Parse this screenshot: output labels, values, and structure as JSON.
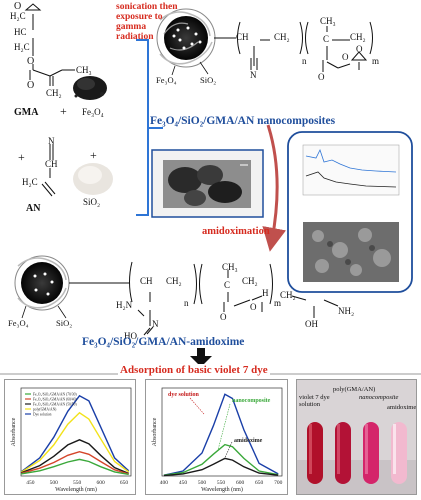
{
  "monomers": {
    "gma_label": "GMA",
    "an_label": "AN",
    "fe3o4_label": "Fe₃O₄",
    "sio2_label": "SiO₂",
    "plus": "+"
  },
  "process": {
    "step1": "sonication then exposure to gamma radiation",
    "product_title": "Fe₃O₄/SiO₂/GMA/AN nanocomposites",
    "step2": "amidoximation",
    "product2_title": "Fe₃O₄/SiO₂/GMA/AN-amidoxime",
    "step3": "Adsorption of basic violet 7 dye"
  },
  "chem_labels": {
    "fe3o4": "Fe₃O₄",
    "sio2": "SiO₂",
    "n": "n",
    "m": "m",
    "ch": "CH",
    "c": "C",
    "ch2": "CH₂",
    "ch3": "CH₃",
    "h": "H",
    "o": "O",
    "oh": "OH",
    "nh2": "NH₂",
    "h2n": "H₂N",
    "ho": "HO",
    "n_atom": "N"
  },
  "chart_left": {
    "ylabel": "Absorbance",
    "xlabel": "Wavelength (nm)",
    "xticks": [
      "450",
      "500",
      "550",
      "600",
      "650"
    ],
    "legend": [
      "Fe₃O₄/SiO₂/GMA/AN (70/30)",
      "Fe₃O₄/SiO₂/GMA/AN (60/40)",
      "Fe₃O₄/SiO₂/GMA/AN (50/50)",
      "poly(GMA/AN)",
      "Dye solution"
    ]
  },
  "chart_mid": {
    "ylabel": "Absorbance",
    "xlabel": "Wavelength (nm)",
    "xticks": [
      "400",
      "450",
      "500",
      "550",
      "600",
      "650",
      "700"
    ],
    "labels": {
      "dye": "dye solution",
      "nano": "nanocomposite",
      "amid": "amidoxime"
    }
  },
  "photo_right": {
    "labels": {
      "dye": "violet 7 dye solution",
      "poly": "poly(GMA/AN)",
      "nano": "nanocomposite",
      "amid": "amidoxime"
    }
  },
  "chart_data": [
    {
      "type": "line",
      "ylabel": "Absorbance",
      "xlabel": "Wavelength (nm)",
      "x": [
        430,
        470,
        500,
        530,
        555,
        575,
        600,
        630,
        660
      ],
      "series": [
        {
          "name": "Dye solution",
          "values": [
            0.08,
            0.35,
            0.75,
            1.25,
            1.55,
            1.45,
            0.95,
            0.35,
            0.1
          ]
        },
        {
          "name": "poly(GMA/AN)",
          "values": [
            0.07,
            0.3,
            0.6,
            1.0,
            1.22,
            1.1,
            0.72,
            0.28,
            0.08
          ]
        },
        {
          "name": "Fe₃O₄/SiO₂/GMA/AN (50/50)",
          "values": [
            0.06,
            0.2,
            0.38,
            0.6,
            0.7,
            0.62,
            0.4,
            0.16,
            0.05
          ]
        },
        {
          "name": "Fe₃O₄/SiO₂/GMA/AN (60/40)",
          "values": [
            0.05,
            0.15,
            0.26,
            0.4,
            0.47,
            0.42,
            0.28,
            0.12,
            0.04
          ]
        },
        {
          "name": "Fe₃O₄/SiO₂/GMA/AN (70/30)",
          "values": [
            0.04,
            0.1,
            0.18,
            0.27,
            0.32,
            0.28,
            0.18,
            0.08,
            0.03
          ]
        }
      ]
    },
    {
      "type": "line",
      "ylabel": "Absorbance",
      "xlabel": "Wavelength (nm)",
      "x": [
        400,
        450,
        500,
        530,
        560,
        580,
        610,
        650,
        700
      ],
      "series": [
        {
          "name": "dye solution",
          "values": [
            0.02,
            0.12,
            0.55,
            1.2,
            1.95,
            1.85,
            1.1,
            0.3,
            0.05
          ]
        },
        {
          "name": "nanocomposite",
          "values": [
            0.02,
            0.08,
            0.28,
            0.52,
            0.75,
            0.7,
            0.42,
            0.12,
            0.03
          ]
        },
        {
          "name": "amidoxime",
          "values": [
            0.01,
            0.05,
            0.15,
            0.28,
            0.42,
            0.38,
            0.22,
            0.07,
            0.02
          ]
        }
      ]
    }
  ],
  "colors": {
    "red": "#d62b1f",
    "blue": "#1f4e9c",
    "arrow_red": "#c0504d",
    "bracket_blue": "#2e75d6"
  }
}
